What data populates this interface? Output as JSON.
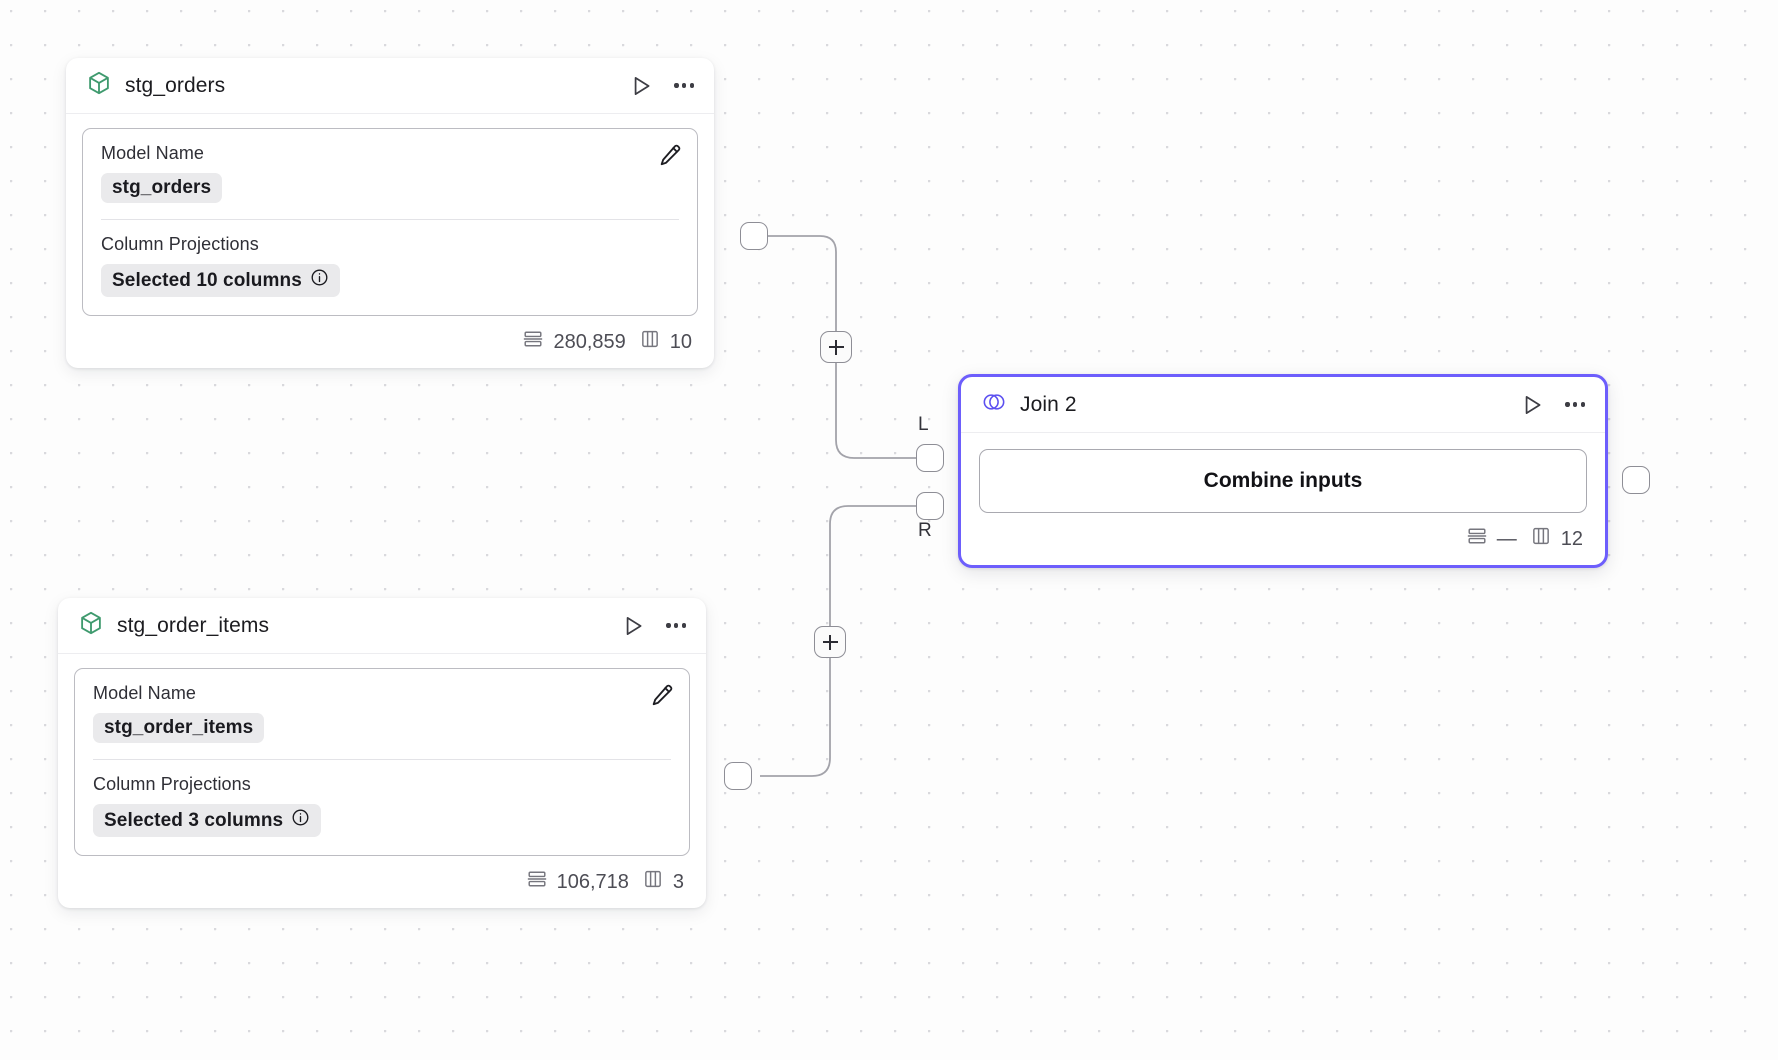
{
  "canvas": {
    "background": "#fdfdfd",
    "dot_color": "#d9d9dd",
    "accent": "#6d5efc",
    "model_icon_color": "#3f9a6e"
  },
  "nodes": [
    {
      "id": "stg_orders",
      "title": "stg_orders",
      "icon": "cube-icon",
      "type": "model",
      "fields": {
        "model_name_label": "Model Name",
        "model_name_value": "stg_orders",
        "column_projections_label": "Column Projections",
        "column_projections_value": "Selected 10 columns"
      },
      "footer": {
        "rows": "280,859",
        "columns": "10"
      }
    },
    {
      "id": "stg_order_items",
      "title": "stg_order_items",
      "icon": "cube-icon",
      "type": "model",
      "fields": {
        "model_name_label": "Model Name",
        "model_name_value": "stg_order_items",
        "column_projections_label": "Column Projections",
        "column_projections_value": "Selected 3 columns"
      },
      "footer": {
        "rows": "106,718",
        "columns": "3"
      }
    },
    {
      "id": "join_2",
      "title": "Join 2",
      "icon": "venn-icon",
      "type": "join",
      "selected": true,
      "action_label": "Combine inputs",
      "input_labels": {
        "left": "L",
        "right": "R"
      },
      "footer": {
        "rows": "—",
        "columns": "12"
      }
    }
  ],
  "edge_controls": {
    "add_label": "+"
  }
}
